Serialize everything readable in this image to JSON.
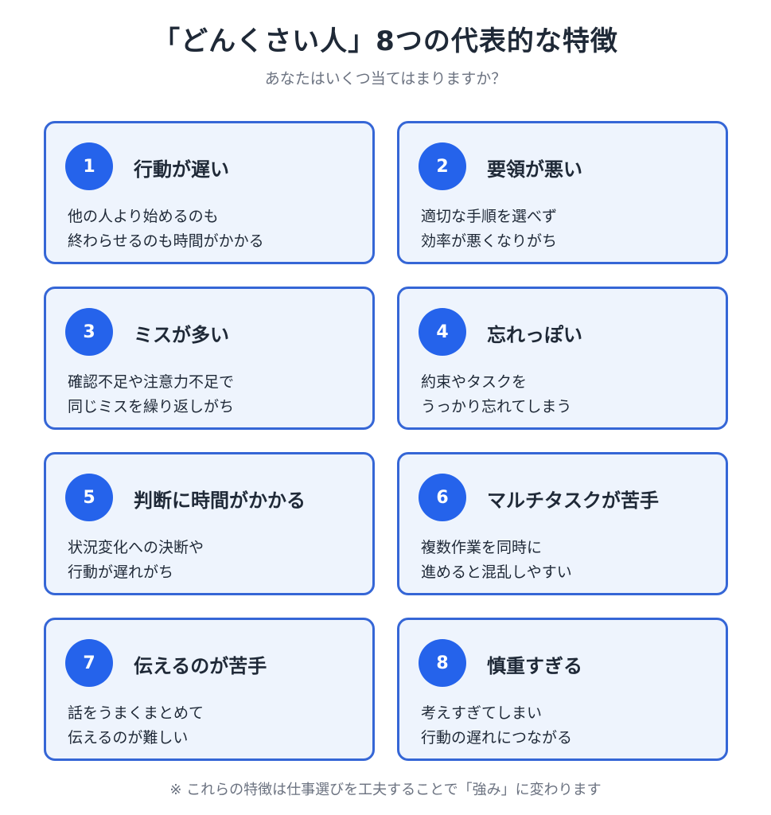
{
  "title": "「どんくさい人」8つの代表的な特徴",
  "subtitle": "あなたはいくつ当てはまりますか？",
  "colors": {
    "accent": "#2563eb",
    "card_border": "#3566d6",
    "card_background": "#eef4fd"
  },
  "cards": [
    {
      "number": "1",
      "title": "行動が遅い",
      "desc_line1": "他の人より始めるのも",
      "desc_line2": "終わらせるのも時間がかかる"
    },
    {
      "number": "2",
      "title": "要領が悪い",
      "desc_line1": "適切な手順を選べず",
      "desc_line2": "効率が悪くなりがち"
    },
    {
      "number": "3",
      "title": "ミスが多い",
      "desc_line1": "確認不足や注意力不足で",
      "desc_line2": "同じミスを繰り返しがち"
    },
    {
      "number": "4",
      "title": "忘れっぽい",
      "desc_line1": "約束やタスクを",
      "desc_line2": "うっかり忘れてしまう"
    },
    {
      "number": "5",
      "title": "判断に時間がかかる",
      "desc_line1": "状況変化への決断や",
      "desc_line2": "行動が遅れがち"
    },
    {
      "number": "6",
      "title": "マルチタスクが苦手",
      "desc_line1": "複数作業を同時に",
      "desc_line2": "進めると混乱しやすい"
    },
    {
      "number": "7",
      "title": "伝えるのが苦手",
      "desc_line1": "話をうまくまとめて",
      "desc_line2": "伝えるのが難しい"
    },
    {
      "number": "8",
      "title": "慎重すぎる",
      "desc_line1": "考えすぎてしまい",
      "desc_line2": "行動の遅れにつながる"
    }
  ],
  "footnote": "※ これらの特徴は仕事選びを工夫することで「強み」に変わります"
}
